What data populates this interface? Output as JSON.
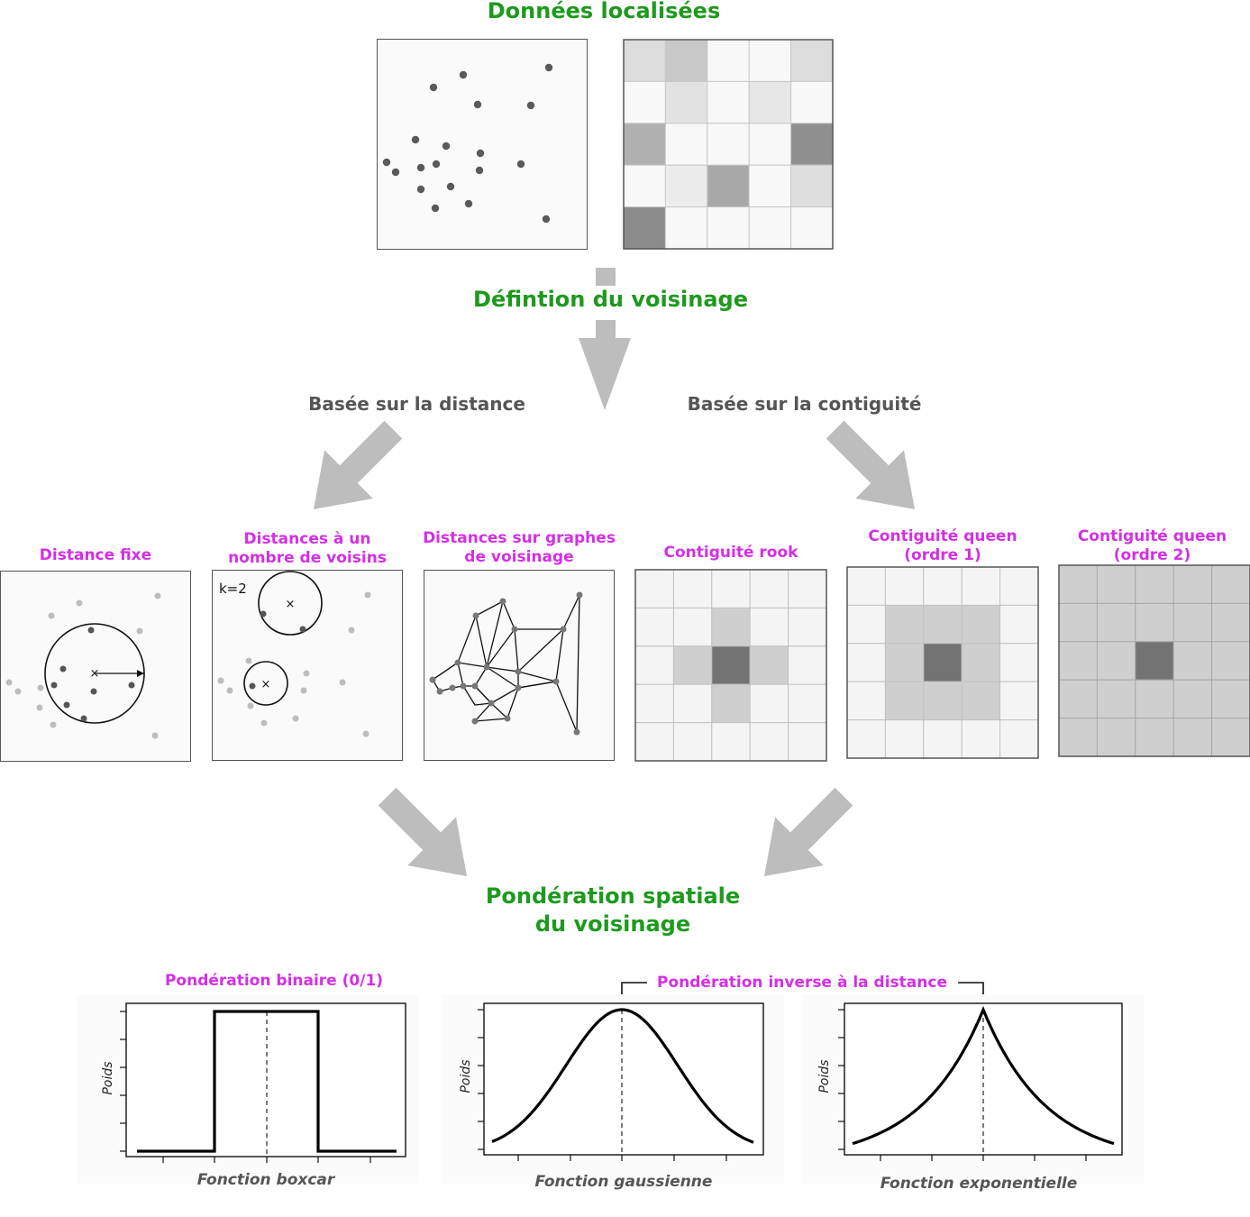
{
  "titles": {
    "donnees": "Données localisées",
    "definition": "Défintion du voisinage",
    "ponderation_line1": "Pondération spatiale",
    "ponderation_line2": "du voisinage"
  },
  "branches": {
    "distance": "Basée sur la distance",
    "contiguite": "Basée sur la contiguité"
  },
  "methods": {
    "fixed": "Distance fixe",
    "knn_line1": "Distances à un",
    "knn_line2": "nombre de voisins",
    "knn_k": "k=2",
    "graph_line1": "Distances sur graphes",
    "graph_line2": "de voisinage",
    "rook": "Contiguité rook",
    "queen1_line1": "Contiguité queen",
    "queen1_line2": "(ordre 1)",
    "queen2_line1": "Contiguité queen",
    "queen2_line2": "(ordre 2)"
  },
  "weights": {
    "binary": "Pondération binaire (0/1)",
    "inverse": "Pondération inverse à la distance",
    "ylabel": "Poids",
    "boxcar": "Fonction boxcar",
    "gaussian": "Fonction gaussienne",
    "exponential": "Fonction exponentielle"
  },
  "colors": {
    "title_green": "#1d9a1d",
    "method_magenta": "#d42fe6",
    "branch_gray": "#555555",
    "arrow_gray": "#bdbdbd"
  }
}
